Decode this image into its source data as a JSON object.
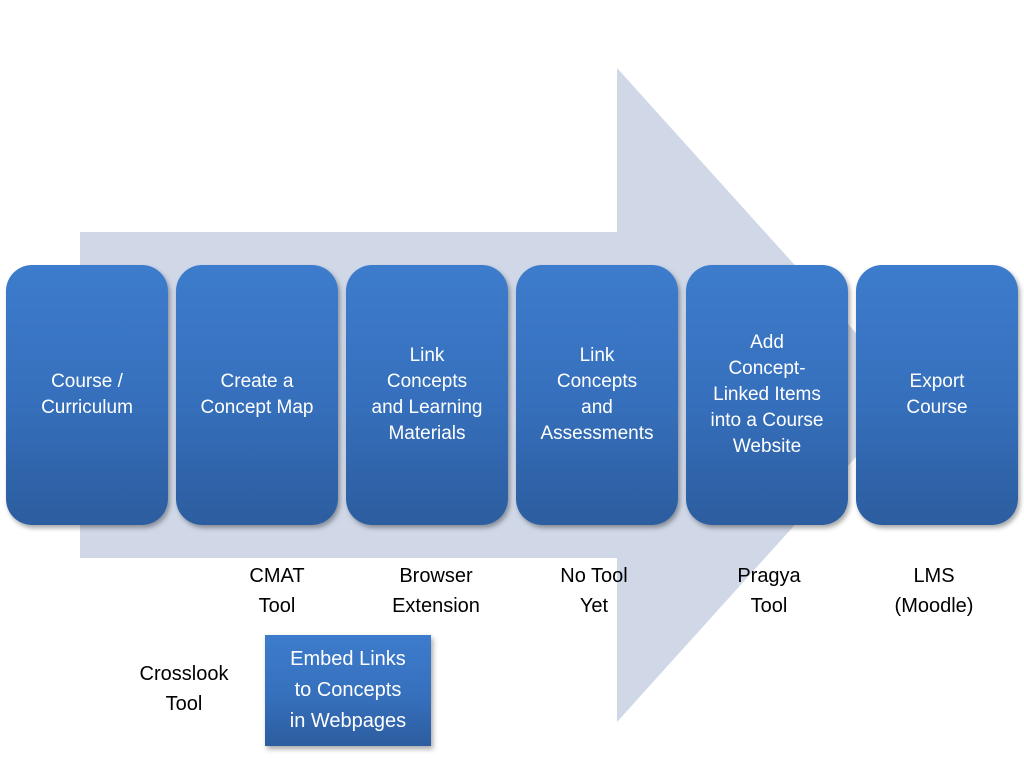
{
  "colors": {
    "arrow_fill": "#d0d8e8",
    "step_fill_top": "#3d7ccc",
    "step_fill_bottom": "#2c5d9f",
    "step_text": "#ffffff",
    "label_text": "#000000"
  },
  "steps": [
    {
      "label": "Course /\nCurriculum"
    },
    {
      "label": "Create a\nConcept Map"
    },
    {
      "label": "Link\nConcepts\nand Learning\nMaterials"
    },
    {
      "label": "Link\nConcepts\nand\nAssessments"
    },
    {
      "label": "Add\nConcept-\nLinked Items\ninto a Course\nWebsite"
    },
    {
      "label": "Export\nCourse"
    }
  ],
  "tools": [
    {
      "label": "CMAT\nTool"
    },
    {
      "label": "Browser\nExtension"
    },
    {
      "label": "No Tool\nYet"
    },
    {
      "label": "Pragya\nTool"
    },
    {
      "label": "LMS\n(Moodle)"
    }
  ],
  "embed": {
    "label": "Embed Links\nto Concepts\nin Webpages"
  },
  "crosslook": {
    "label": "Crosslook\nTool"
  }
}
